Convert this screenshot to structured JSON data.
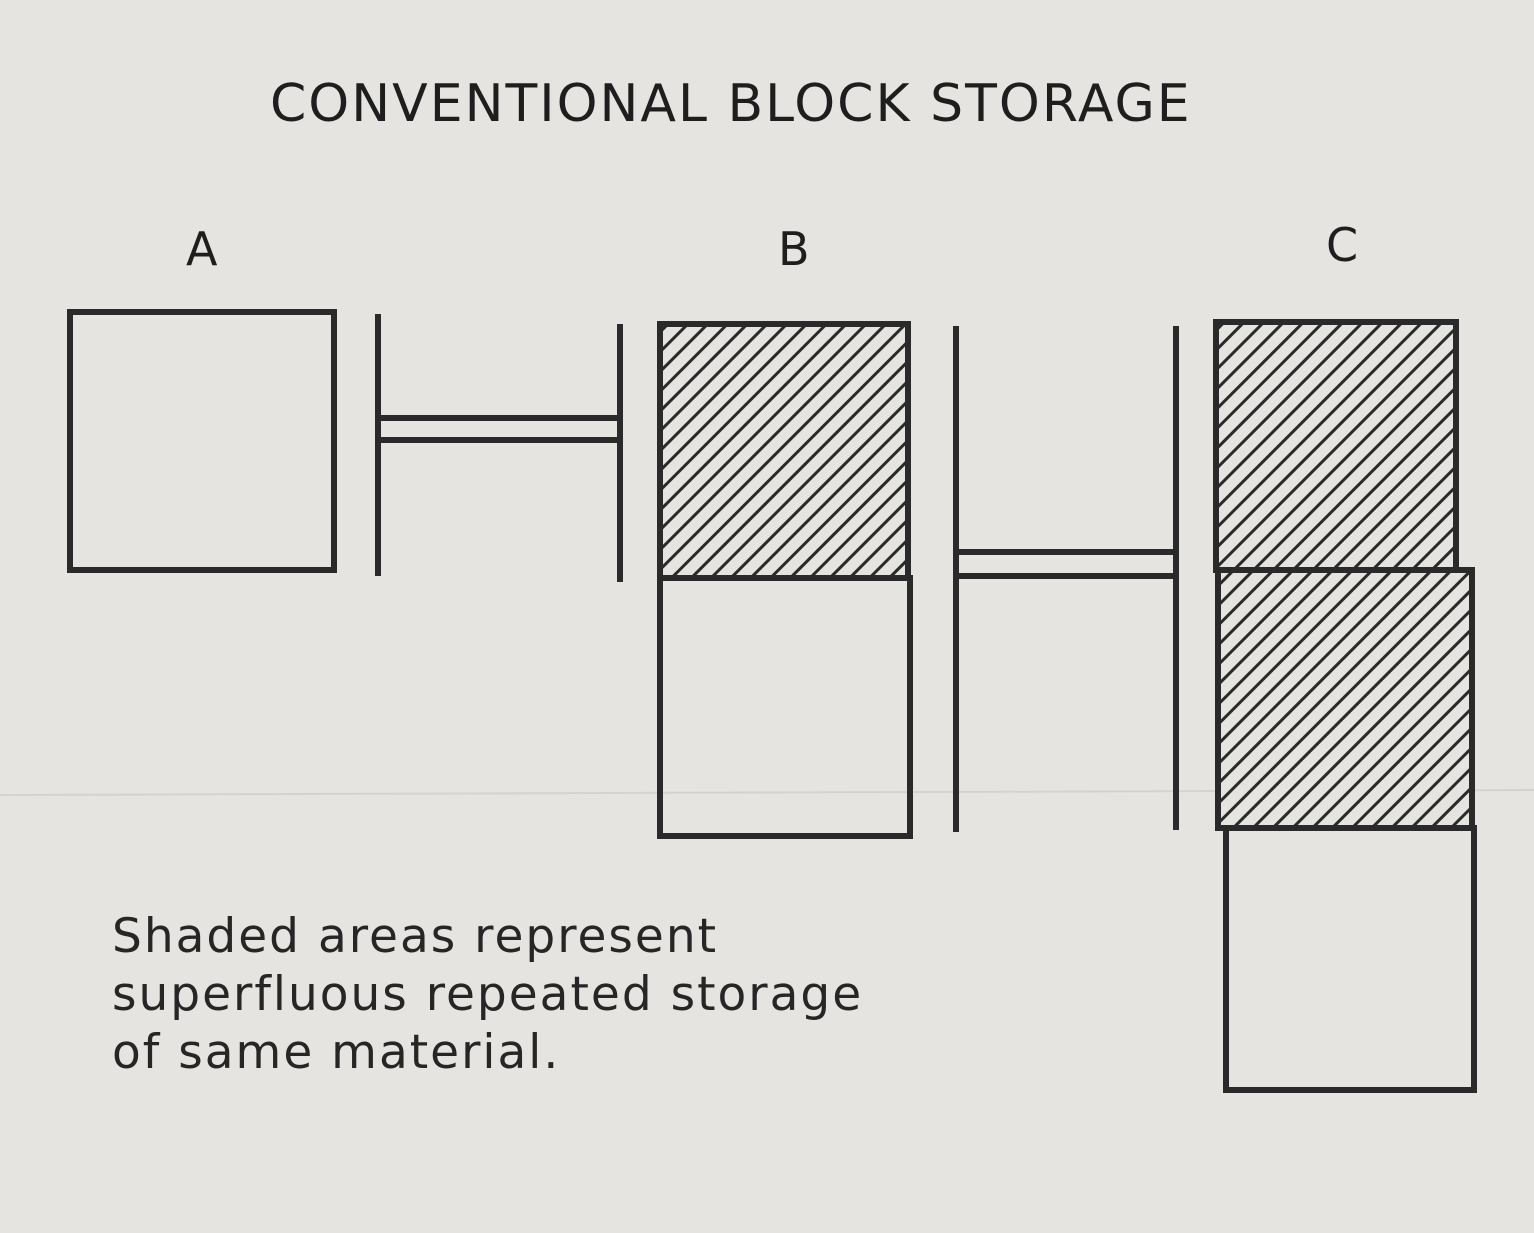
{
  "title": "CONVENTIONAL BLOCK STORAGE",
  "columns": [
    {
      "label": "A",
      "blocks": [
        {
          "shaded": false
        }
      ]
    },
    {
      "label": "B",
      "blocks": [
        {
          "shaded": true
        },
        {
          "shaded": false
        }
      ]
    },
    {
      "label": "C",
      "blocks": [
        {
          "shaded": true
        },
        {
          "shaded": true
        },
        {
          "shaded": false
        }
      ]
    }
  ],
  "caption": {
    "line1": "Shaded areas represent",
    "line2": "superfluous repeated storage",
    "line3": "of same material."
  },
  "colors": {
    "ink": "#2a2a2a",
    "paper": "#e6e4e0",
    "ghost_text": "#cfccc7"
  }
}
